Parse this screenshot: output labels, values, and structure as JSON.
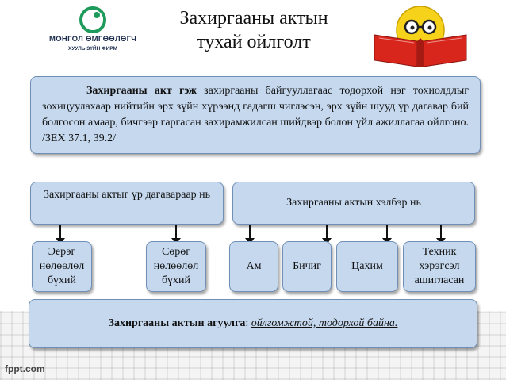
{
  "logo": {
    "name": "МОНГОЛ ӨМГӨӨЛӨГЧ",
    "subtitle": "ХУУЛЬ ЗҮЙН ФИРМ"
  },
  "title": {
    "line1": "Захиргааны актын",
    "line2": "тухай ойлголт"
  },
  "definition": {
    "term": "Захиргааны акт гэж",
    "text": " захиргааны байгууллагаас тодорхой нэг тохиолдлыг зохицуулахаар нийтийн эрх зүйн хүрээнд гадагш чиглэсэн, эрх зүйн шууд үр дагавар бий болгосон амаар, бичгээр гаргасан захирамжилсан шийдвэр болон үйл ажиллагаа ойлгоно. /ЗЕХ 37.1, 39.2/"
  },
  "by_consequence": {
    "label": "Захиргааны актыг үр дагавараар нь",
    "items": [
      "Эерэг нөлөөлөл бүхий",
      "Сөрөг нөлөөлөл бүхий"
    ]
  },
  "by_form": {
    "label": "Захиргааны актын хэлбэр нь",
    "items": [
      "Ам",
      "Бичиг",
      "Цахим",
      "Техник хэрэгсэл ашигласан"
    ]
  },
  "content": {
    "label": "Захиргааны актын агуулга",
    "separator": ": ",
    "value": "ойлгомжтой, тодорхой байна."
  },
  "footer": {
    "brand": "fppt.com"
  },
  "colors": {
    "box_fill": "#c5d8ee",
    "box_border": "#6f8fb4",
    "logo_green": "#1e9a5a"
  }
}
